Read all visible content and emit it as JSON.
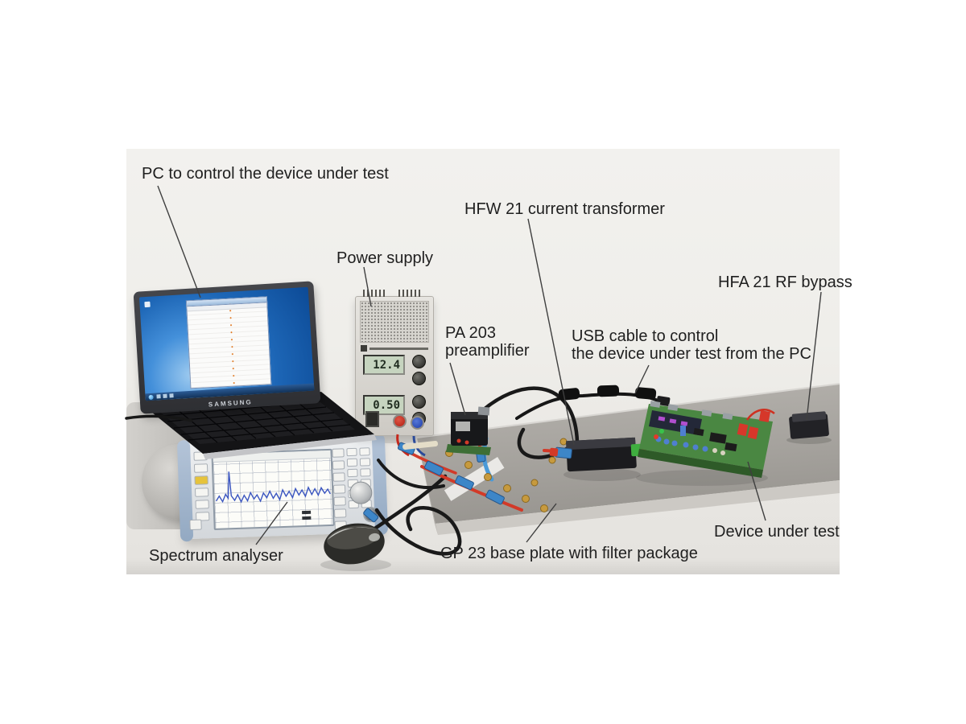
{
  "annotations": {
    "pc": "PC to control the device under test",
    "power_supply": "Power supply",
    "hfw21": "HFW 21 current transformer",
    "pa203": [
      "PA 203",
      "preamplifier"
    ],
    "usb": [
      "USB cable to control",
      "the device under test from the PC"
    ],
    "hfa21": "HFA 21 RF bypass",
    "spectrum_analyser": "Spectrum analyser",
    "gp23": "GP 23 base plate with filter package",
    "dut": "Device under test"
  },
  "devices": {
    "laptop": {
      "brand": "SAMSUNG"
    },
    "power_supply": {
      "voltage_display": "12.4",
      "current_display": "0.50"
    }
  },
  "colors": {
    "annotation_text": "#1f1f1f",
    "leader_line": "#3f3f3f",
    "photo_background": "#f0efec",
    "base_plate_top": "#a9a6a1",
    "pcb_green": "#4a8742",
    "cable_red": "#d23a28",
    "connector_blue": "#3d86c8",
    "laptop_screen_blue": "#1d66b6",
    "lcd_background": "#c6d4bf"
  }
}
